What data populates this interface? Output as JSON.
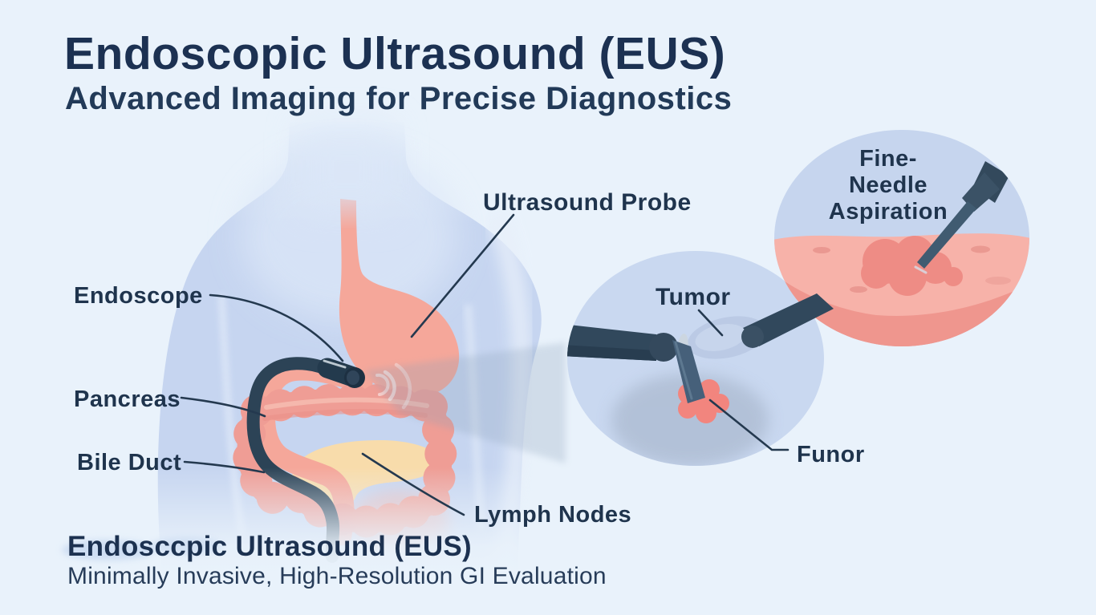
{
  "header": {
    "title": "Endoscopic Ultrasound (EUS)",
    "subtitle": "Advanced Imaging for Precise Diagnostics"
  },
  "footer": {
    "title": "Endosccpic Ultrasound (EUS)",
    "subtitle": "Minimally Invasive, High-Resolution GI Evaluation"
  },
  "anatomy_labels": {
    "endoscope": "Endoscope",
    "pancreas": "Pancreas",
    "bile_duct": "Bile Duct",
    "ultrasound_probe": "Ultrasound Probe",
    "lymph_nodes": "Lymph Nodes"
  },
  "inset_tumor": {
    "label_top": "Tumor",
    "label_bottom": "Funor"
  },
  "inset_fna": {
    "line1": "Fine-",
    "line2": "Needle",
    "line3": "Aspiration"
  },
  "colors": {
    "background": "#e9f2fb",
    "text_navy": "#1c3152",
    "label_navy": "#1f344d",
    "leader_navy": "#24394f",
    "body_blue": "#c6d5f0",
    "organ_pink": "#f5a79a",
    "colon_pink": "#ef9d95",
    "pancreas_yellow": "#f8dcab",
    "scope_navy": "#2c4356",
    "scope_tip_dark": "#233a4d",
    "inset_tumor_blue": "#c9d8f0",
    "inset_fna_blue": "#c6d5ee",
    "tissue_pink": "#f7b2a9",
    "tissue_band_pink": "#ef968e",
    "lesion_pink": "#ee8c85",
    "tumor_pink": "#f2857e",
    "probe_steel": "#31485c"
  }
}
